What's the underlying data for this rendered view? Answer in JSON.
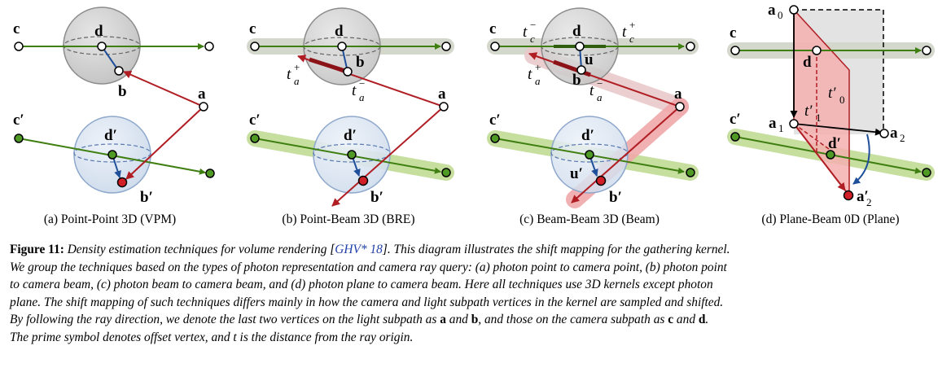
{
  "panels": [
    {
      "caption": "(a) Point-Point 3D (VPM)"
    },
    {
      "caption": "(b) Point-Beam 3D (BRE)"
    },
    {
      "caption": "(c) Beam-Beam 3D (Beam)"
    },
    {
      "caption": "(d) Plane-Beam 0D (Plane)"
    }
  ],
  "labels": {
    "a": "a",
    "b": "b",
    "c": "c",
    "d": "d",
    "a_prime": "a′",
    "b_prime": "b′",
    "c_prime": "c′",
    "d_prime": "d′",
    "u": "u",
    "u_prime": "u′",
    "t": "t",
    "plus": "+",
    "minus": "−",
    "a0": "a",
    "a1": "a",
    "a2": "a",
    "a2_prime": "a′",
    "sub0": "0",
    "sub1": "1",
    "sub2": "2",
    "t0_prime": "t′",
    "t1_prime": "t′"
  },
  "caption": {
    "figure_label": "Figure 11:",
    "line1_before_cite": " Density estimation techniques for volume rendering [",
    "cite": "GHV* 18",
    "line1_after_cite": "]. This diagram illustrates the shift mapping for the gathering kernel.",
    "line2": "We group the techniques based on the types of photon representation and camera ray query: (a) photon point to camera point, (b) photon point",
    "line3": "to camera beam, (c) photon beam to camera beam, and (d) photon plane to camera beam. Here all techniques use 3D kernels except photon",
    "line4": "plane. The shift mapping of such techniques differs mainly in how the camera and light subpath vertices in the kernel are sampled and shifted.",
    "line5_part1": "By following the ray direction, we denote the last two vertices on the light subpath as ",
    "a": "a",
    "and1": " and ",
    "b": "b",
    "line5_part2": ", and those on the camera subpath as ",
    "c": "c",
    "and2": " and ",
    "d": "d",
    "period": ".",
    "line6_part1": "The prime symbol denotes offset vertex, and ",
    "t": "t",
    "line6_part2": " is the distance from the ray origin."
  },
  "colors": {
    "camera_ray": "#3f7f12",
    "light_ray": "#b01e24",
    "offset_arrow": "#1f4f9a",
    "sphere_gray": "#d2d2d2",
    "sphere_blue": "#dde6f2",
    "sphere_blue_edge": "#8ea8cc",
    "beam_gray_glow": "#cfd6c7",
    "beam_green_glow": "#c5dea5",
    "beam_red_glow": "#f2b4b4",
    "plane_red": "#f4b0b0",
    "plane_gray": "#d9d9d9",
    "cite_blue": "#1f3fa8"
  }
}
